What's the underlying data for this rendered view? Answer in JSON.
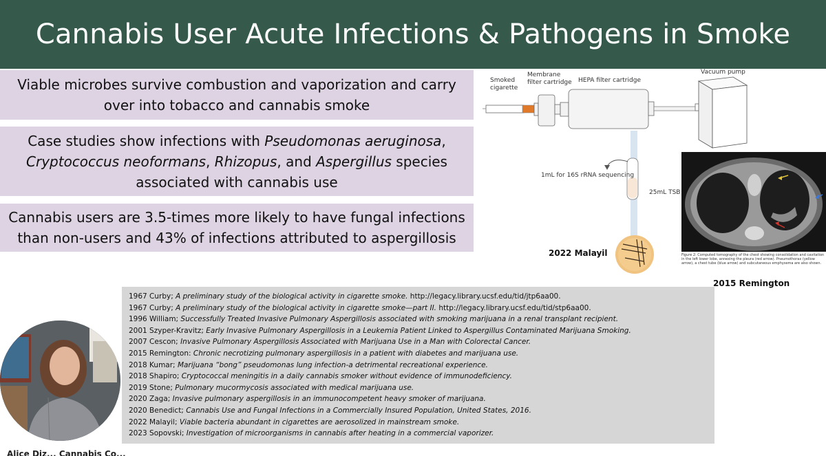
{
  "slide": {
    "title": "Cannabis User Acute Infections & Pathogens in Smoke",
    "bullets": [
      {
        "text_parts": [
          {
            "t": "Viable microbes survive combustion and vaporization and carry over into tobacco and cannabis smoke",
            "i": false
          }
        ]
      },
      {
        "text_parts": [
          {
            "t": "Case studies show infections with ",
            "i": false
          },
          {
            "t": "Pseudomonas aeruginosa",
            "i": true
          },
          {
            "t": ", ",
            "i": false
          },
          {
            "t": "Cryptococcus neoformans",
            "i": true
          },
          {
            "t": ", ",
            "i": false
          },
          {
            "t": "Rhizopus",
            "i": true
          },
          {
            "t": ", and ",
            "i": false
          },
          {
            "t": "Aspergillus",
            "i": true
          },
          {
            "t": " species associated with cannabis use",
            "i": false
          }
        ]
      },
      {
        "text_parts": [
          {
            "t": "Cannabis users are 3.5-times more likely to have fungal infections than non-users and 43% of infections attributed to aspergillosis",
            "i": false
          }
        ]
      }
    ]
  },
  "diagram": {
    "smoked_cigarette": "Smoked\ncigarette",
    "membrane_filter": "Membrane\nfilter cartridge",
    "hepa_filter": "HEPA filter cartridge",
    "vacuum_pump": "Vacuum pump",
    "sequencing": "1mL  for 16S rRNA sequencing",
    "tsb": "25mL TSB",
    "author": "2022 Malayil"
  },
  "ct_figure": {
    "caption": "Figure 2: Computed tomography of the chest showing consolidation and cavitation in the left lower lobe, annexing the pleura (red arrow). Pneumothorax (yellow arrow), a chest tube (blue arrow) and subcutaneous emphysema are also shown.",
    "author": "2015 Remington"
  },
  "references": [
    {
      "lead": "1967 Curby; ",
      "title": "A preliminary study of the biological activity in cigarette smoke.",
      "tail": " http://legacy.library.ucsf.edu/tid/jtp6aa00."
    },
    {
      "lead": "1967 Curby; ",
      "title": "A preliminary study of the biological activity in cigarette smoke—part II.",
      "tail": " http://legacy.library.ucsf.edu/tid/stp6aa00."
    },
    {
      "lead": "1996 William; ",
      "title": "Successfully Treated Invasive Pulmonary Aspergillosis associated with smoking marijuana in a renal transplant recipient.",
      "tail": ""
    },
    {
      "lead": "2001 Szyper-Kravitz; ",
      "title": "Early Invasive Pulmonary Aspergillosis in a Leukemia Patient Linked to Aspergillus Contaminated Marijuana Smoking.",
      "tail": ""
    },
    {
      "lead": "2007 Cescon; ",
      "title": "Invasive Pulmonary Aspergillosis Associated with Marijuana Use in a Man with Colorectal Cancer.",
      "tail": ""
    },
    {
      "lead": "2015 Remington: ",
      "title": "Chronic necrotizing pulmonary aspergillosis in a patient with diabetes and marijuana use.",
      "tail": ""
    },
    {
      "lead": "2018 Kumar; ",
      "title": "Marijuana “bong” pseudomonas lung infection-a detrimental recreational experience.",
      "tail": ""
    },
    {
      "lead": "2018 Shapiro; ",
      "title": "Cryptococcal meningitis in a daily cannabis smoker without evidence of immunodeficiency.",
      "tail": ""
    },
    {
      "lead": "2019 Stone; ",
      "title": "Pulmonary mucormycosis associated with medical marijuana use.",
      "tail": ""
    },
    {
      "lead": "2020 Zaga; ",
      "title": "Invasive pulmonary aspergillosis in an immunocompetent heavy smoker of marijuana.",
      "tail": ""
    },
    {
      "lead": "2020 Benedict; ",
      "title": "Cannabis Use and Fungal Infections in a Commercially Insured Population, United States, 2016.",
      "tail": ""
    },
    {
      "lead": "2022 Malayil; ",
      "title": "Viable bacteria abundant in cigarettes are aerosolized in mainstream smoke.",
      "tail": ""
    },
    {
      "lead": "2023 Sopovski; ",
      "title": "Investigation of microorganisms in cannabis after heating in a commercial vaporizer.",
      "tail": ""
    }
  ],
  "video": {
    "speaker_label": "Alice Diz... Cannabis Co..."
  },
  "colors": {
    "title_bar": "#35594b",
    "bullet_bg": "#ddd3e2",
    "refs_bg": "#d6d6d6"
  }
}
